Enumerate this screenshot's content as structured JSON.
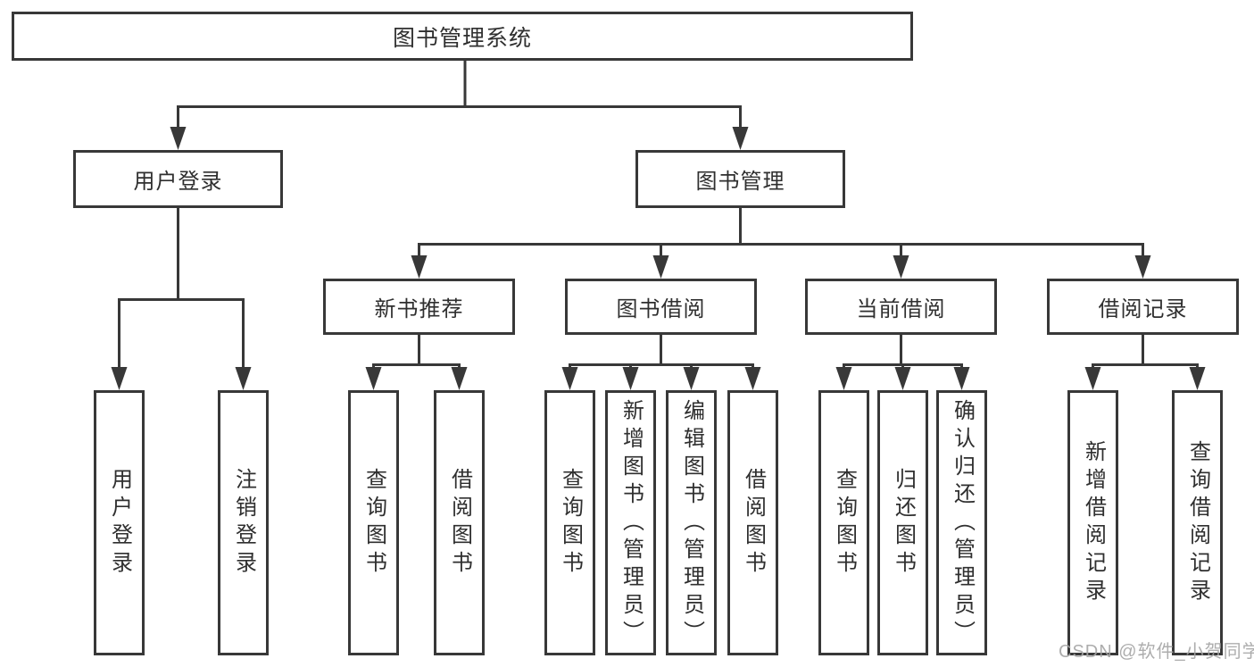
{
  "tree": {
    "root": {
      "label": "图书管理系统"
    },
    "login": {
      "label": "用户登录",
      "children": [
        "用户登录",
        "注销登录"
      ]
    },
    "mgmt": {
      "label": "图书管理",
      "groups": [
        {
          "label": "新书推荐",
          "children": [
            "查询图书",
            "借阅图书"
          ]
        },
        {
          "label": "图书借阅",
          "children": [
            "查询图书",
            "新增图书（管理员）",
            "编辑图书（管理员）",
            "借阅图书"
          ]
        },
        {
          "label": "当前借阅",
          "children": [
            "查询图书",
            "归还图书",
            "确认归还（管理员）"
          ]
        },
        {
          "label": "借阅记录",
          "children": [
            "新增借阅记录",
            "查询借阅记录"
          ]
        }
      ]
    }
  },
  "watermark": {
    "text": "CSDN @软件_小贺同学"
  },
  "colors": {
    "line": "#383838",
    "text": "#2f2f2f",
    "box_background": "#ffffff",
    "watermark": "#a4a4a4"
  }
}
